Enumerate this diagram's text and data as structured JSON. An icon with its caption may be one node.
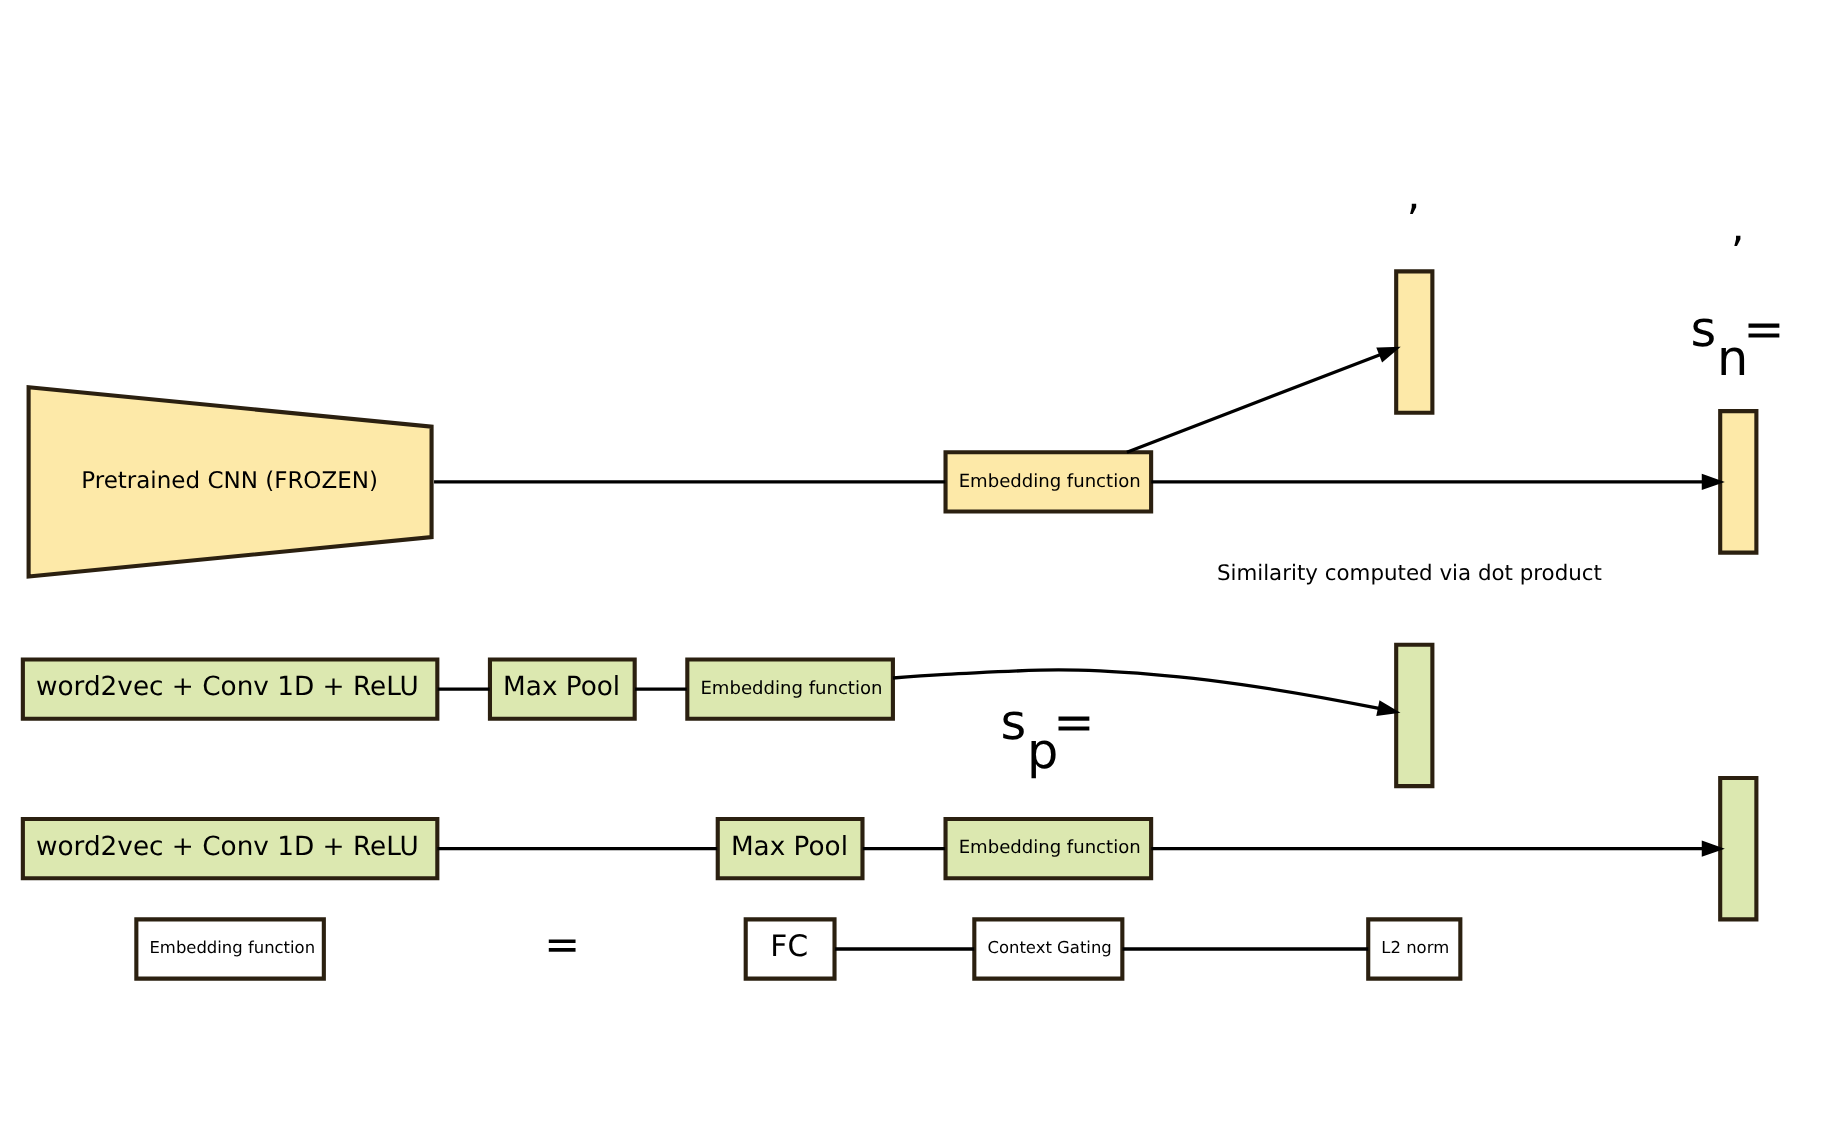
{
  "diagram": {
    "nodes": [
      {
        "text": [
          "Embedding function"
        ]
      },
      {
        "text": [
          "FC"
        ]
      },
      {
        "text": [
          "Context Gating"
        ]
      },
      {
        "text": [
          "L2 norm"
        ]
      },
      {
        "text": [
          "word2vec + Conv 1D + ReLU"
        ]
      },
      {
        "text": [
          "Max Pool"
        ]
      },
      {
        "text": [
          "Embedding function"
        ]
      },
      {
        "text": [
          "word2vec + Conv 1D + ReLU"
        ]
      },
      {
        "text": [
          "Max Pool"
        ]
      },
      {
        "text": [
          "Embedding function"
        ]
      },
      {
        "text": [
          "Pretrained CNN (FROZEN)"
        ]
      },
      {
        "text": [
          "Embedding function"
        ]
      },
      {
        "text": [],
        "shape": "bar"
      },
      {
        "text": [],
        "shape": "bar"
      },
      {
        "text": [],
        "shape": "bar"
      },
      {
        "text": [],
        "shape": "bar"
      }
    ],
    "edges": [
      {
        "from": 1,
        "to": 2,
        "arrow": "none"
      },
      {
        "from": 2,
        "to": 3,
        "arrow": "none"
      },
      {
        "from": 4,
        "to": 5,
        "arrow": "none"
      },
      {
        "from": 5,
        "to": 6,
        "arrow": "none"
      },
      {
        "from": 6,
        "to": 14,
        "arrow": "to"
      },
      {
        "from": 7,
        "to": 8,
        "arrow": "none"
      },
      {
        "from": 8,
        "to": 9,
        "arrow": "none"
      },
      {
        "from": 9,
        "to": 12,
        "arrow": "to"
      },
      {
        "from": 10,
        "to": 11,
        "arrow": "none"
      },
      {
        "from": 11,
        "to": 13,
        "arrow": "to"
      },
      {
        "from": 11,
        "to": 15,
        "arrow": "to"
      }
    ],
    "labels": [
      "=",
      "s$_{p}$=",
      ",",
      "s$_{n}$=",
      ",",
      "Similarity computed via dot product"
    ]
  }
}
